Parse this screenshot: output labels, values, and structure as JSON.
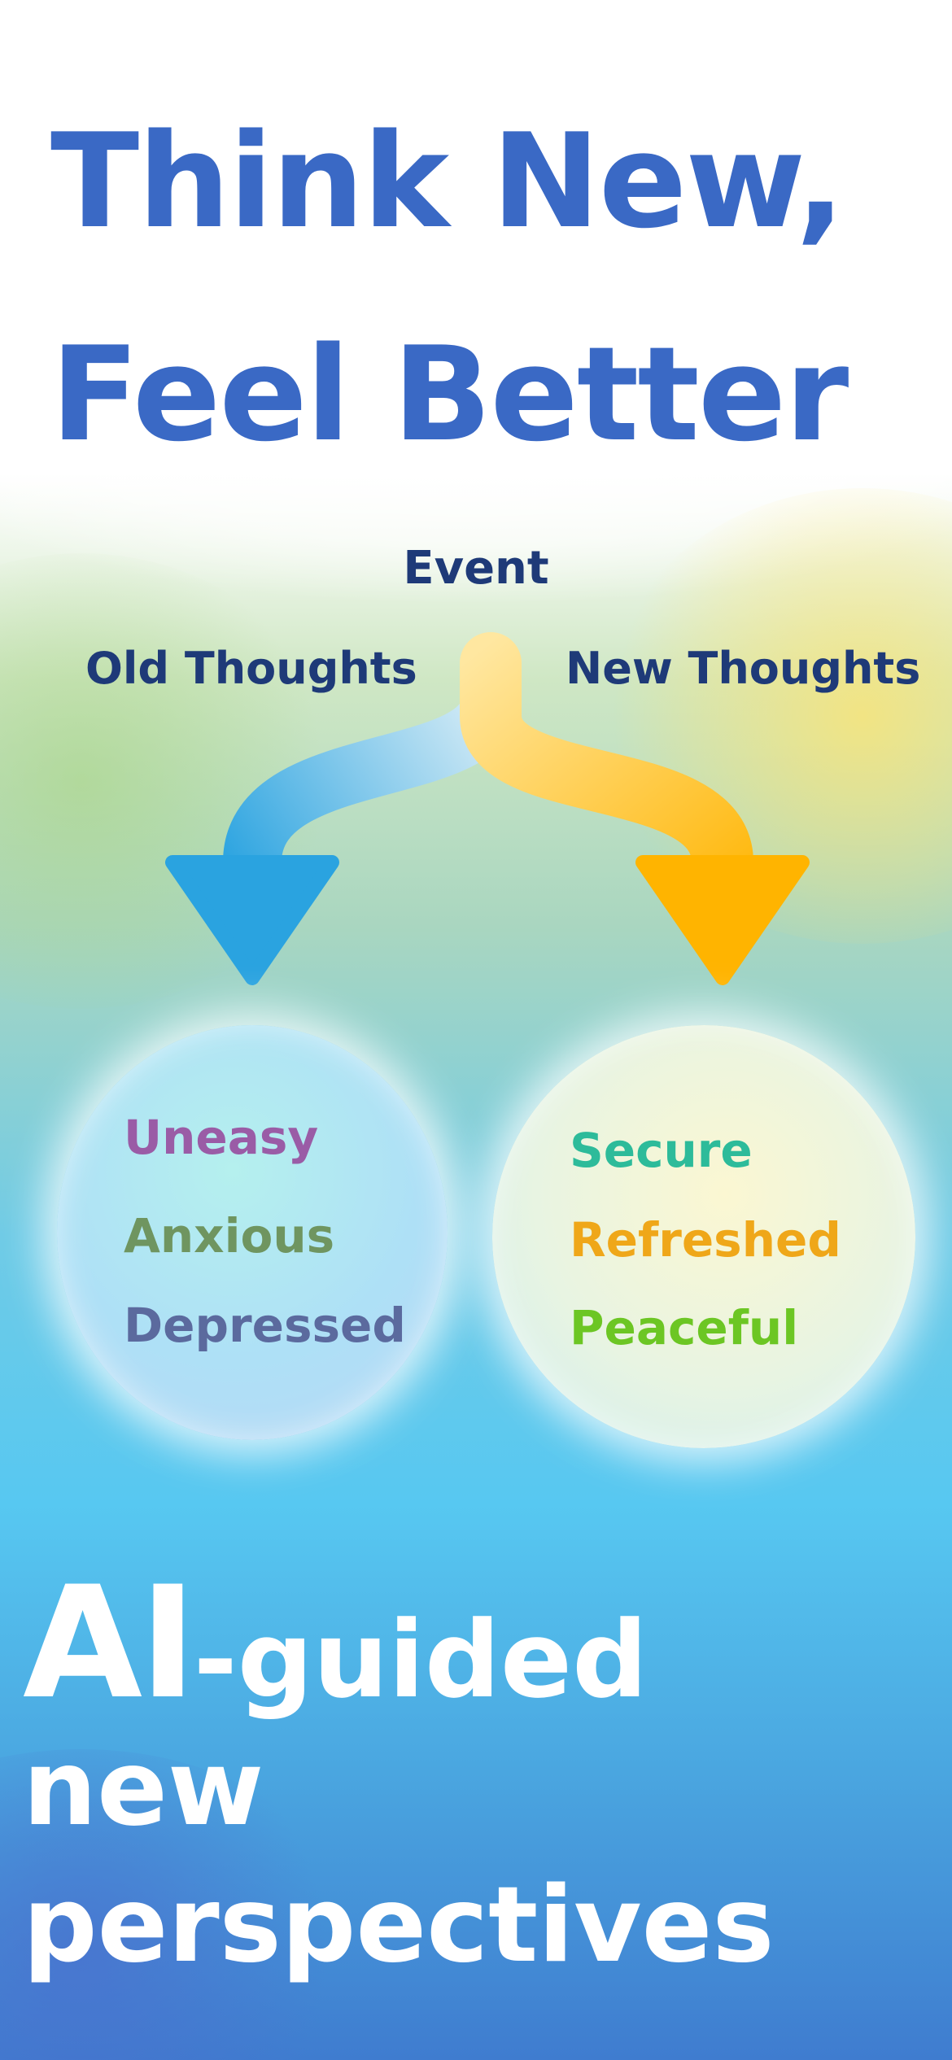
{
  "headline": {
    "line1": "Think New,",
    "line2": "Feel Better"
  },
  "diagram": {
    "event": "Event",
    "old_thoughts": "Old Thoughts",
    "new_thoughts": "New Thoughts",
    "old_path_color": "#2aa3e0",
    "new_path_color": "#ffb400"
  },
  "old_feelings": [
    {
      "text": "Uneasy",
      "color": "#9a5ca6"
    },
    {
      "text": "Anxious",
      "color": "#6f9560"
    },
    {
      "text": "Depressed",
      "color": "#5b6a9e"
    }
  ],
  "new_feelings": [
    {
      "text": "Secure",
      "color": "#2dbb9a"
    },
    {
      "text": "Refreshed",
      "color": "#efa719"
    },
    {
      "text": "Peaceful",
      "color": "#6cc624"
    }
  ],
  "tagline": {
    "ai": "AI",
    "guided": "-guided",
    "line2": "new",
    "line3": "perspectives"
  },
  "colors": {
    "headline": "#3a69c5",
    "labels": "#1e3a78",
    "tagline": "#ffffff"
  }
}
